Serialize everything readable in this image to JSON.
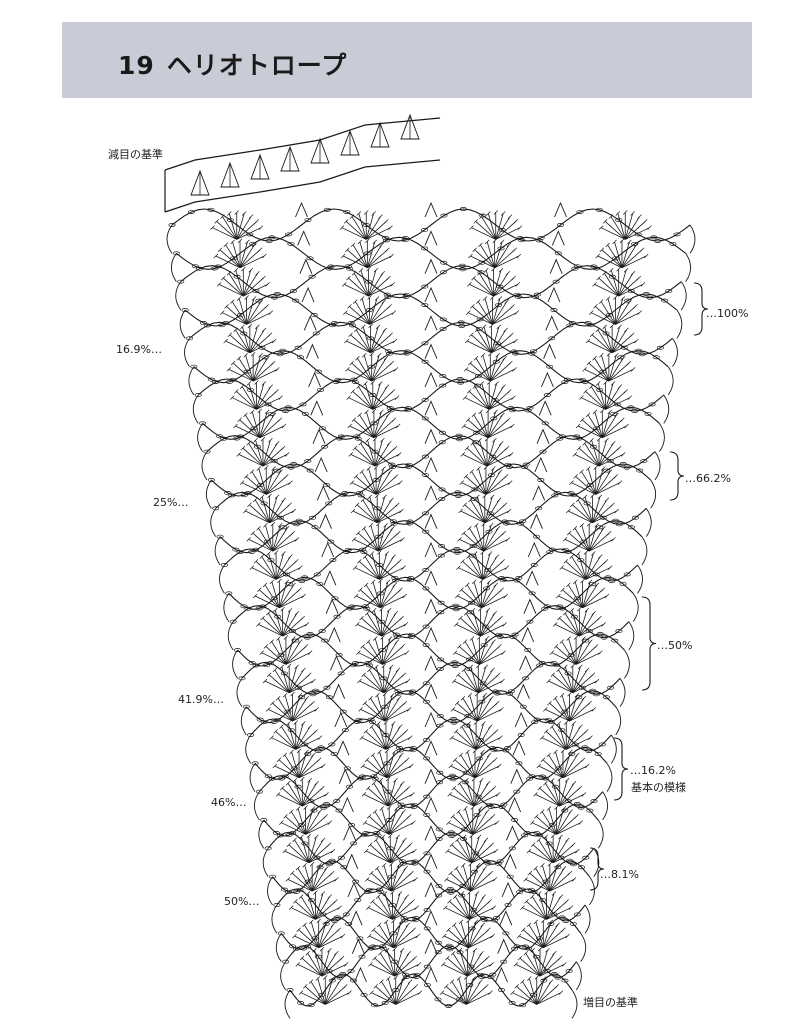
{
  "header": {
    "number": "19",
    "title": "ヘリオトロープ"
  },
  "labels": {
    "decrease_ref": "減目の基準",
    "increase_ref": "増目の基準",
    "basic_pattern": "基本の模様"
  },
  "left_percentages": [
    "16.9%…",
    "25%…",
    "41.9%…",
    "46%…",
    "50%…"
  ],
  "right_percentages": [
    "…100%",
    "…66.2%",
    "…50%",
    "…16.2%",
    "…8.1%"
  ],
  "colors": {
    "header_band": "#c9ccd6",
    "ink": "#1a1a1a"
  },
  "diagram": {
    "rows": 28,
    "scallops_per_row": 4
  }
}
